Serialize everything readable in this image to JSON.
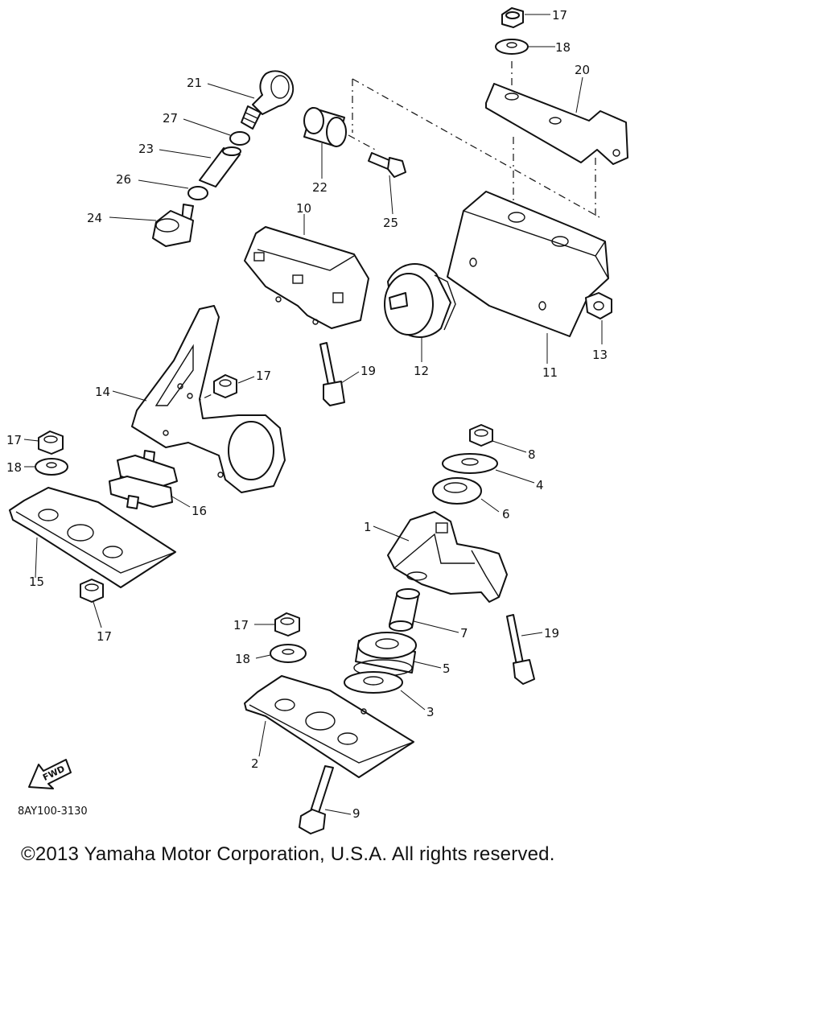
{
  "labels": {
    "p1": "1",
    "p2": "2",
    "p3": "3",
    "p4": "4",
    "p5": "5",
    "p6": "6",
    "p7": "7",
    "p8": "8",
    "p9": "9",
    "p10": "10",
    "p11": "11",
    "p12": "12",
    "p13": "13",
    "p14": "14",
    "p15": "15",
    "p16": "16",
    "p17a": "17",
    "p17b": "17",
    "p17c": "17",
    "p17d": "17",
    "p17e": "17",
    "p18a": "18",
    "p18b": "18",
    "p18c": "18",
    "p19a": "19",
    "p19b": "19",
    "p20": "20",
    "p21": "21",
    "p22": "22",
    "p23": "23",
    "p24": "24",
    "p25": "25",
    "p26": "26",
    "p27": "27"
  },
  "fwd_arrow": "FWD",
  "diagram_code": "8AY100-3130",
  "copyright": "©2013 Yamaha Motor Corporation, U.S.A. All rights reserved."
}
